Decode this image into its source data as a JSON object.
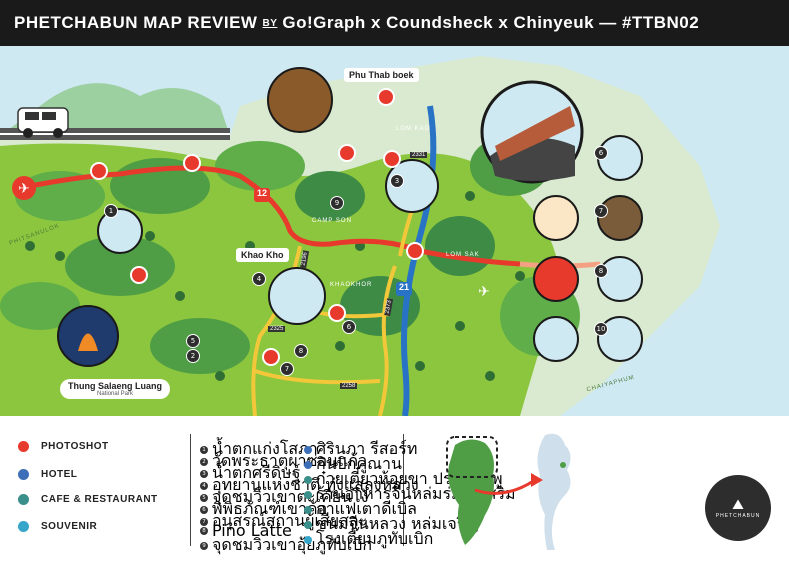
{
  "header": {
    "part1": "PHETCHABUN MAP REVIEW",
    "by": "BY",
    "part2": "Go!Graph x Coundsheck x Chinyeuk — #TTBN02"
  },
  "map": {
    "labels": {
      "phu_thab_boek": "Phu Thab boek",
      "khao_kho": "Khao Kho",
      "thung_salaeng_luang": "Thung Salaeng Luang",
      "national_park": "National Park",
      "phitsanulok": "PHITSANULOK",
      "chaiyaphum": "CHAIYAPHUM",
      "lom_kao": "LOM KAO",
      "lom_sak": "LOM SAK",
      "camp_son": "CAMP SON",
      "khaokhor": "KHAOKHOR"
    },
    "route_numbers": {
      "r12": "12",
      "r21": "21"
    },
    "road_numbers": {
      "rd2331": "2331",
      "rd2196": "2196",
      "rd2325": "2325",
      "rd2373": "2373",
      "rd2258": "2258"
    },
    "point_numbers": [
      "1",
      "2",
      "3",
      "4",
      "5",
      "6",
      "7",
      "8",
      "9",
      "10"
    ],
    "circle_numbers": [
      "6",
      "7",
      "8",
      "10"
    ]
  },
  "legend": {
    "photoshot": "PHOTOSHOT",
    "hotel": "HOTEL",
    "cafe": "CAFE & RESTAURANT",
    "souvenir": "SOUVENIR"
  },
  "places_left": [
    {
      "n": "1",
      "name": "น้ำตกแก่งโสภา"
    },
    {
      "n": "2",
      "name": "วัดพระธาตุผาซ่อนแก้ว"
    },
    {
      "n": "3",
      "name": "น้ำตกศรีดิษฐ์"
    },
    {
      "n": "4",
      "name": "อุทยานแห่งชาติ ทุ่งแสลงหลวง"
    },
    {
      "n": "5",
      "name": "จุดชมวิวเขาตะเคียนโง้"
    },
    {
      "n": "6",
      "name": "พิพิธภัณฑ์เขาค้อ"
    },
    {
      "n": "7",
      "name": "อนุสรณ์สถานผู้เสียสละ"
    },
    {
      "n": "8",
      "name": "Pino Latte"
    },
    {
      "n": "9",
      "name": "จุดชมวิวเขาอุ้ยภูทับเบิก"
    }
  ],
  "places_right": [
    {
      "name": "ศิรินภา รีสอร์ท",
      "c": "#3d6fb8"
    },
    {
      "name": "กินบิกคูณาน",
      "c": "#3d6fb8"
    },
    {
      "name": "ก๋วยเตี๋ยวห้อยขา ประตูชมพู",
      "c": "#3a8f8a"
    },
    {
      "name": "ร้านอาหารจีนหล่มร่มรื่นเสริม",
      "c": "#3a8f8a"
    },
    {
      "name": "กาแฟเตาดีเบิล",
      "c": "#3a8f8a"
    },
    {
      "name": "ขนมจีนหลวง หล่มเจริญ",
      "c": "#3a8f8a"
    },
    {
      "name": "โรงเตี๊ยมภูทับเบิก",
      "c": "#35a6c9"
    }
  ],
  "logo_text": "PHETCHABUN",
  "colors": {
    "photoshot": "#e8392d",
    "hotel": "#3d6fb8",
    "cafe": "#3a8f8a",
    "souvenir": "#35a6c9",
    "road_red": "#e8392d",
    "road_yellow": "#f3c73a",
    "road_blue": "#2873c6",
    "land": "#8cc63e",
    "forest": "#3e8b45"
  }
}
